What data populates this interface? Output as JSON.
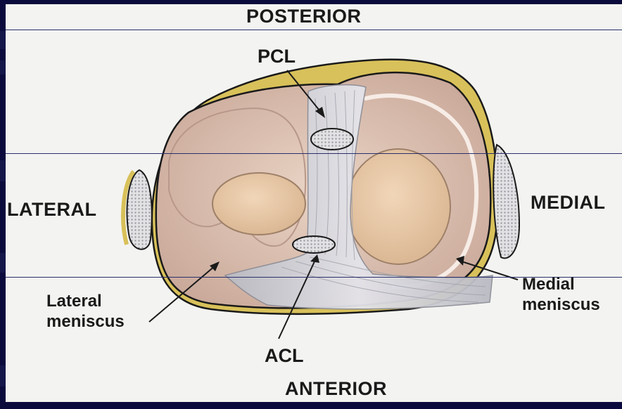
{
  "labels": {
    "posterior": "POSTERIOR",
    "anterior": "ANTERIOR",
    "lateral": "LATERAL",
    "medial": "MEDIAL",
    "pcl": "PCL",
    "acl": "ACL",
    "lateral_meniscus_line1": "Lateral",
    "lateral_meniscus_line2": "meniscus",
    "medial_meniscus_line1": "Medial",
    "medial_meniscus_line2": "meniscus"
  },
  "colors": {
    "background": "#0a0a3c",
    "panel": "#f3f3f1",
    "meniscus": "#d9c2b3",
    "cartilage": "#e8c9a8",
    "bone_rim": "#d8c15a",
    "ligament": "#cfd0d6",
    "outline": "#1a1a1a"
  }
}
